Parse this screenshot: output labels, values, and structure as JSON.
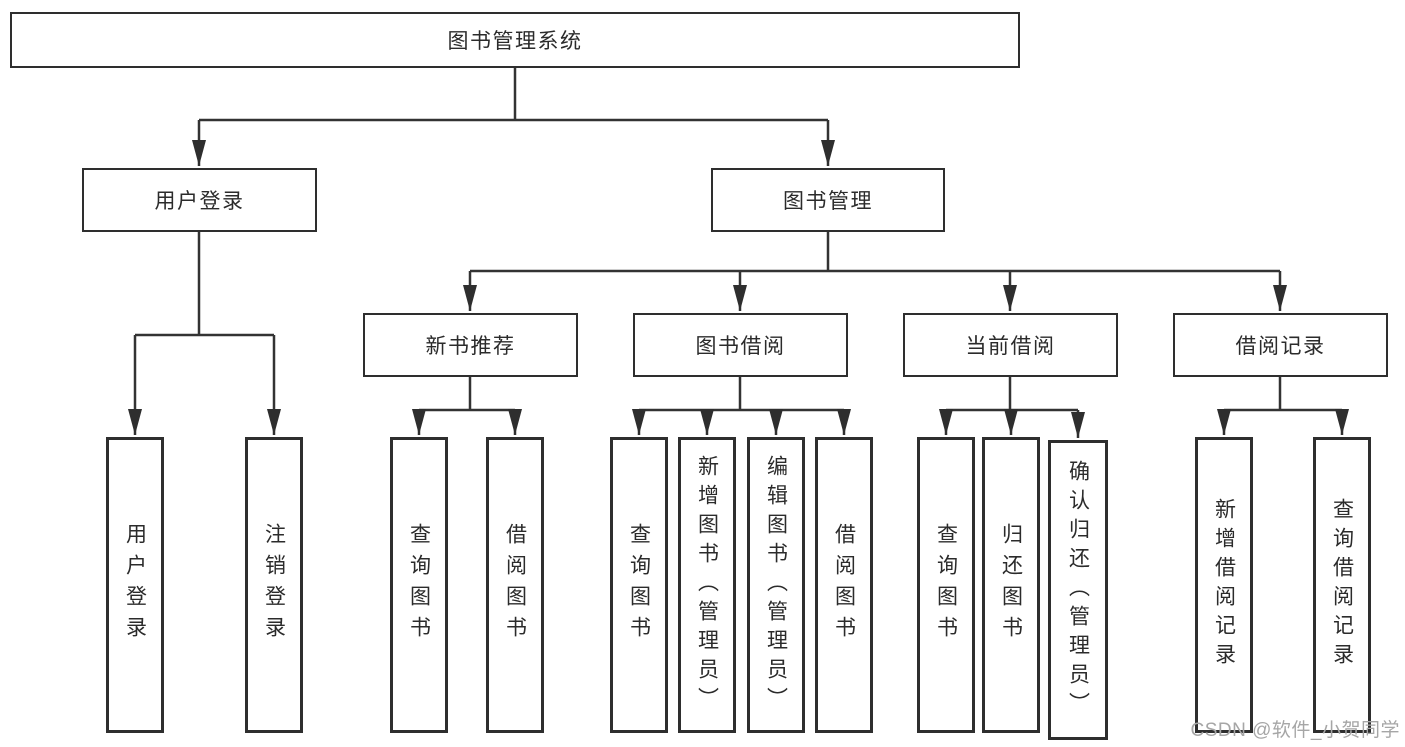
{
  "diagram": {
    "type": "hierarchy",
    "root": {
      "label": "图书管理系统"
    },
    "level2": [
      {
        "id": "user-login",
        "label": "用户登录",
        "parent": "图书管理系统"
      },
      {
        "id": "book-management",
        "label": "图书管理",
        "parent": "图书管理系统"
      }
    ],
    "level3": [
      {
        "id": "new-book-recommend",
        "label": "新书推荐",
        "parent": "图书管理"
      },
      {
        "id": "book-borrow",
        "label": "图书借阅",
        "parent": "图书管理"
      },
      {
        "id": "current-borrow",
        "label": "当前借阅",
        "parent": "图书管理"
      },
      {
        "id": "borrow-records",
        "label": "借阅记录",
        "parent": "图书管理"
      }
    ],
    "leaves": [
      {
        "id": "leaf-user-login",
        "label": "用户登录",
        "parent": "用户登录"
      },
      {
        "id": "leaf-logout",
        "label": "注销登录",
        "parent": "用户登录"
      },
      {
        "id": "leaf-query-books-recommend",
        "label": "查询图书",
        "parent": "新书推荐"
      },
      {
        "id": "leaf-borrow-books-recommend",
        "label": "借阅图书",
        "parent": "新书推荐"
      },
      {
        "id": "leaf-query-books-borrow",
        "label": "查询图书",
        "parent": "图书借阅"
      },
      {
        "id": "leaf-add-books-admin",
        "label": "新增图书（管理员）",
        "parent": "图书借阅"
      },
      {
        "id": "leaf-edit-books-admin",
        "label": "编辑图书（管理员）",
        "parent": "图书借阅"
      },
      {
        "id": "leaf-borrow-books",
        "label": "借阅图书",
        "parent": "图书借阅"
      },
      {
        "id": "leaf-query-books-current",
        "label": "查询图书",
        "parent": "当前借阅"
      },
      {
        "id": "leaf-return-books",
        "label": "归还图书",
        "parent": "当前借阅"
      },
      {
        "id": "leaf-confirm-return-admin",
        "label": "确认归还（管理员）",
        "parent": "当前借阅"
      },
      {
        "id": "leaf-add-borrow-record",
        "label": "新增借阅记录",
        "parent": "借阅记录"
      },
      {
        "id": "leaf-query-borrow-record",
        "label": "查询借阅记录",
        "parent": "借阅记录"
      }
    ]
  },
  "watermark": {
    "text": "CSDN @软件_小贺同学"
  },
  "colors": {
    "background": "#ffffff",
    "line": "#333333",
    "box_border": "#2e2e2e",
    "text": "#2b2b2b",
    "watermark": "#a6a6a6"
  }
}
